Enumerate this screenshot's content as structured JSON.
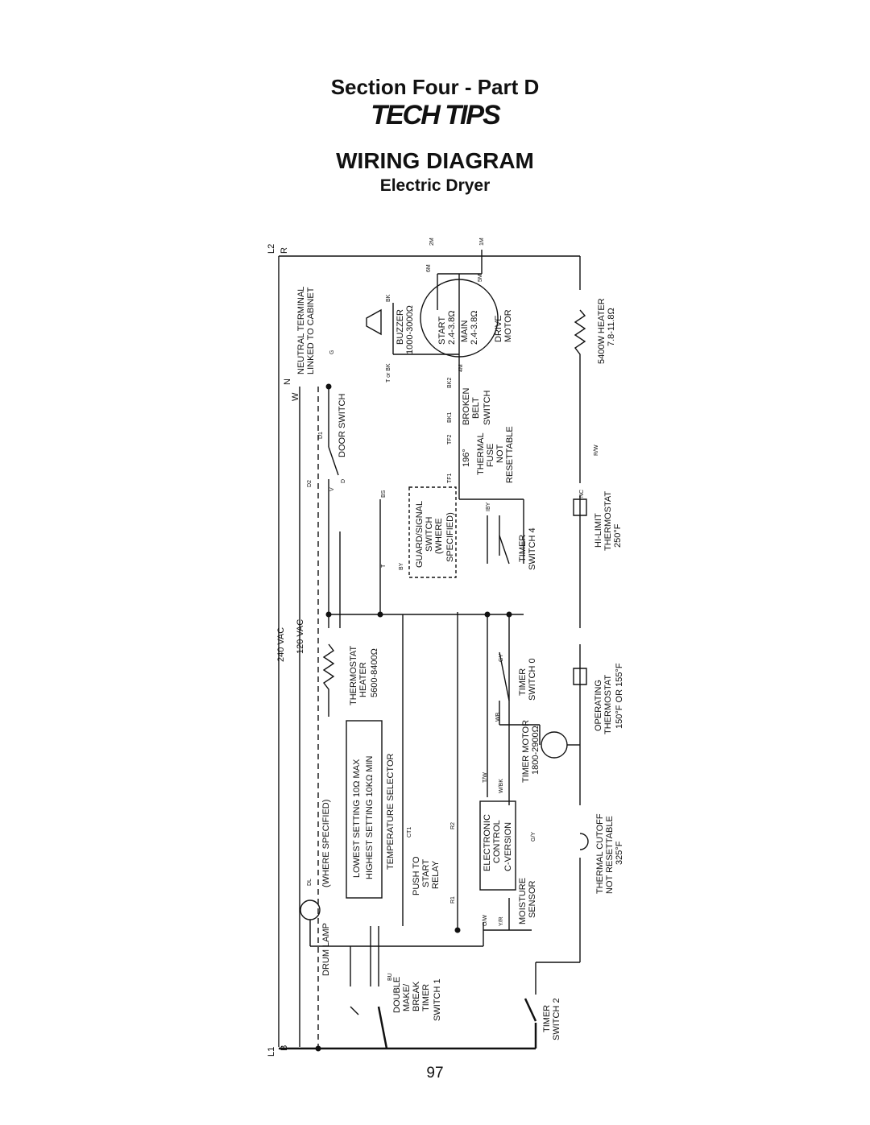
{
  "header": {
    "section": "Section Four - Part D",
    "brand": "TECH TIPS",
    "title": "WIRING DIAGRAM",
    "subtitle": "Electric Dryer"
  },
  "page_number": "97",
  "diagram": {
    "lines": {
      "l2": "L2",
      "l1": "L1",
      "n": "N",
      "r": "R",
      "b": "B",
      "w": "W",
      "vac240": "240 VAC",
      "vac120": "120 VAC"
    },
    "components": {
      "neutral": [
        "NEUTRAL TERMINAL",
        "LINKED TO CABINET"
      ],
      "door_switch": "DOOR SWITCH",
      "buzzer": [
        "BUZZER",
        "1000-3000Ω"
      ],
      "motor": [
        "START",
        "2.4-3.8Ω",
        "MAIN",
        "2.4-3.8Ω",
        "DRIVE",
        "MOTOR"
      ],
      "broken_belt": [
        "BROKEN",
        "BELT",
        "SWITCH"
      ],
      "thermal_fuse": [
        "196°",
        "THERMAL",
        "FUSE",
        "NOT",
        "RESETTABLE"
      ],
      "guard": [
        "GUARD/SIGNAL",
        "SWITCH",
        "(WHERE",
        "SPECIFIED)"
      ],
      "timer4": [
        "TIMER",
        "SWITCH 4"
      ],
      "heater": [
        "5400W HEATER",
        "7.8-11.8Ω"
      ],
      "hilimit": [
        "HI-LIMIT",
        "THERMOSTAT",
        "250°F"
      ],
      "thermostat_heater": [
        "THERMOSTAT",
        "HEATER",
        "5600-8400Ω"
      ],
      "timer0": [
        "TIMER",
        "SWITCH 0"
      ],
      "operating": [
        "OPERATING",
        "THERMOSTAT",
        "150°F OR 155°F"
      ],
      "temp_selector": [
        "LOWEST SETTING 10Ω MAX",
        "HIGHEST SETTING 10KΩ MIN",
        "TEMPERATURE SELECTOR"
      ],
      "timer_motor": [
        "TIMER MOTOR",
        "1800-2900Ω"
      ],
      "drum_lamp": [
        "(WHERE SPECIFIED)",
        "DRUM LAMP"
      ],
      "push_to_start": [
        "PUSH TO",
        "START",
        "RELAY"
      ],
      "control": [
        "ELECTRONIC",
        "CONTROL",
        "C-VERSION"
      ],
      "moisture": [
        "MOISTURE",
        "SENSOR"
      ],
      "thermal_cutoff": [
        "THERMAL CUTOFF",
        "NOT RESETTABLE",
        "325°F"
      ],
      "double_make": [
        "DOUBLE",
        "MAKE/",
        "BREAK",
        "TIMER",
        "SWITCH 1"
      ],
      "timer2": [
        "TIMER",
        "SWITCH 2"
      ]
    },
    "terminals": {
      "two_m": "2M",
      "one_m": "1M",
      "six_m": "6M",
      "five_m": "5M",
      "four_m": "4M",
      "bk": "BK",
      "t_or_bk": "T or BK",
      "bk2": "BK2",
      "bk1": "BK1",
      "tf2": "TF2",
      "tf1": "TF1",
      "g": "G",
      "d1": "D1",
      "d2": "D2",
      "v": "V",
      "d": "D",
      "bs": "BS",
      "by": "BY",
      "t": "T",
      "ibt": "IBY",
      "nc": "NC",
      "rw": "R/W",
      "gy": "GY",
      "wb": "WB",
      "tw": "T/W",
      "wbk": "W/BK",
      "gsy": "G/Y",
      "ow": "O/W",
      "yr": "Y/R",
      "ct1": "CT1",
      "r2": "R2",
      "r1": "R1",
      "dl": "DL",
      "bu": "BU"
    }
  }
}
